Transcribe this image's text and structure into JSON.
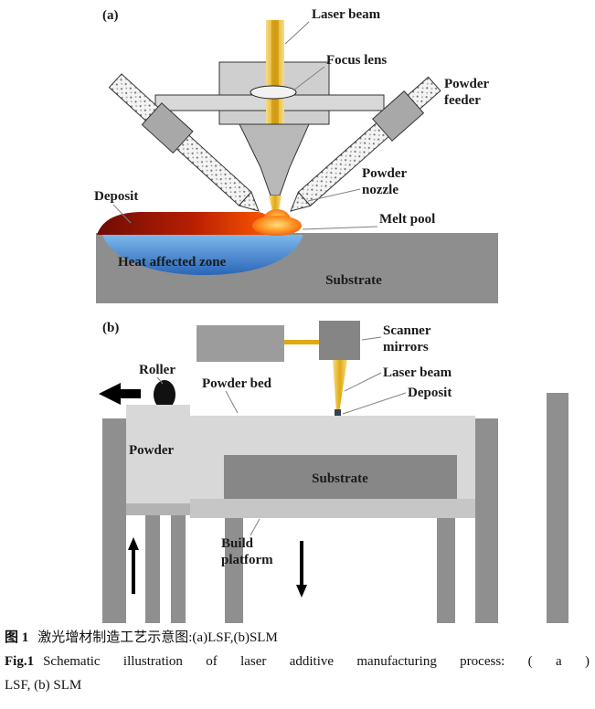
{
  "meta": {
    "type": "scientific-figure",
    "background": "#ffffff"
  },
  "colors": {
    "laser_yellow": "#e2a912",
    "laser_yellow_light": "#f6dd8a",
    "deposit_red_dark": "#6e0c06",
    "deposit_red": "#b81f00",
    "melt_orange": "#ff9020",
    "melt_core": "#ffe07a",
    "haz_blue_light": "#7db8ea",
    "haz_blue_deep": "#2a66b8",
    "substrate_gray": "#8e8e8e",
    "powder_gray": "#d8d8d8",
    "structure_gray": "#8f8f8f",
    "deposit_b_dark": "#33404f",
    "ink": "#1a1a1a"
  },
  "panel_a": {
    "tag": "(a)",
    "labels": {
      "laser_beam": "Laser beam",
      "focus_lens": "Focus lens",
      "powder_feeder_l1": "Powder",
      "powder_feeder_l2": "feeder",
      "powder_nozzle_l1": "Powder",
      "powder_nozzle_l2": "nozzle",
      "deposit": "Deposit",
      "melt_pool": "Melt pool",
      "heat_affected_zone": "Heat affected zone",
      "substrate": "Substrate"
    }
  },
  "panel_b": {
    "tag": "(b)",
    "labels": {
      "scanner_l1": "Scanner",
      "scanner_l2": "mirrors",
      "laser_beam": "Laser beam",
      "deposit": "Deposit",
      "roller": "Roller",
      "powder_bed": "Powder bed",
      "powder": "Powder",
      "substrate": "Substrate",
      "build_l1": "Build",
      "build_l2": "platform"
    }
  },
  "caption": {
    "zh_tag": "图 1",
    "zh_text": "激光增材制造工艺示意图:(a)LSF,(b)SLM",
    "en_tag": "Fig.1",
    "en_line1": "Schematic illustration of laser additive manufacturing process: ( a )",
    "en_line2": "LSF, (b) SLM"
  }
}
